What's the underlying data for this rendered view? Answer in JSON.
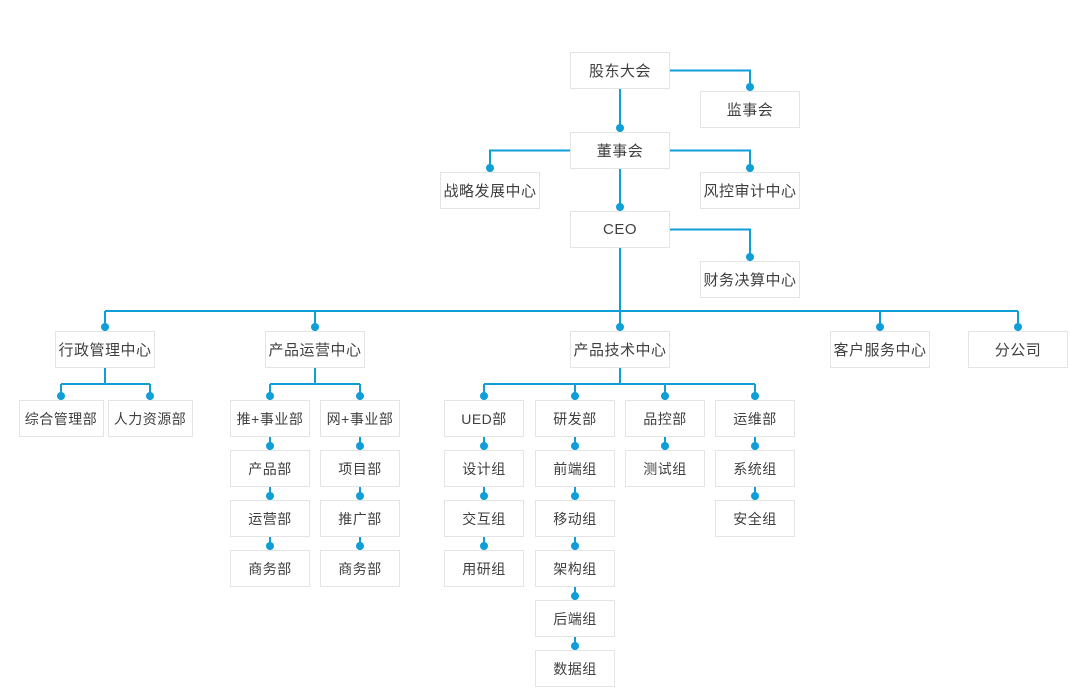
{
  "diagram": {
    "type": "org-chart",
    "accent_color": "#0f9ed8",
    "box_border_color": "#e4e4e4",
    "box_background": "#ffffff",
    "text_color": "#3f3f3f",
    "nodes": [
      {
        "id": "gudong",
        "label": "股东大会"
      },
      {
        "id": "jianshihui",
        "label": "监事会"
      },
      {
        "id": "dongshihui",
        "label": "董事会"
      },
      {
        "id": "zhanlve",
        "label": "战略发展中心"
      },
      {
        "id": "fengkong",
        "label": "风控审计中心"
      },
      {
        "id": "ceo",
        "label": "CEO"
      },
      {
        "id": "caiwu",
        "label": "财务决算中心"
      },
      {
        "id": "xingzheng",
        "label": "行政管理中心"
      },
      {
        "id": "yunying",
        "label": "产品运营中心"
      },
      {
        "id": "jishu",
        "label": "产品技术中心"
      },
      {
        "id": "kefu",
        "label": "客户服务中心"
      },
      {
        "id": "fengongsi",
        "label": "分公司"
      },
      {
        "id": "zonghe",
        "label": "综合管理部"
      },
      {
        "id": "renli",
        "label": "人力资源部"
      },
      {
        "id": "tui",
        "label": "推+事业部"
      },
      {
        "id": "wang",
        "label": "网+事业部"
      },
      {
        "id": "chanpin",
        "label": "产品部"
      },
      {
        "id": "xiangmu",
        "label": "项目部"
      },
      {
        "id": "yunyingbu",
        "label": "运营部"
      },
      {
        "id": "tuiguang",
        "label": "推广部"
      },
      {
        "id": "shangwu1",
        "label": "商务部"
      },
      {
        "id": "shangwu2",
        "label": "商务部"
      },
      {
        "id": "ued",
        "label": "UED部"
      },
      {
        "id": "yanfa",
        "label": "研发部"
      },
      {
        "id": "pinkong",
        "label": "品控部"
      },
      {
        "id": "yunwei",
        "label": "运维部"
      },
      {
        "id": "sheji",
        "label": "设计组"
      },
      {
        "id": "qianduan",
        "label": "前端组"
      },
      {
        "id": "ceshi",
        "label": "测试组"
      },
      {
        "id": "xitong",
        "label": "系统组"
      },
      {
        "id": "jiaohu",
        "label": "交互组"
      },
      {
        "id": "yidong",
        "label": "移动组"
      },
      {
        "id": "anquan",
        "label": "安全组"
      },
      {
        "id": "yongyan",
        "label": "用研组"
      },
      {
        "id": "jiagou",
        "label": "架构组"
      },
      {
        "id": "houduan",
        "label": "后端组"
      },
      {
        "id": "shuju",
        "label": "数据组"
      }
    ],
    "edges": [
      {
        "from": "gudong",
        "to": "jianshihui"
      },
      {
        "from": "gudong",
        "to": "dongshihui"
      },
      {
        "from": "dongshihui",
        "to": "zhanlve"
      },
      {
        "from": "dongshihui",
        "to": "fengkong"
      },
      {
        "from": "dongshihui",
        "to": "ceo"
      },
      {
        "from": "ceo",
        "to": "caiwu"
      },
      {
        "from": "ceo",
        "to": "xingzheng"
      },
      {
        "from": "ceo",
        "to": "yunying"
      },
      {
        "from": "ceo",
        "to": "jishu"
      },
      {
        "from": "ceo",
        "to": "kefu"
      },
      {
        "from": "ceo",
        "to": "fengongsi"
      },
      {
        "from": "xingzheng",
        "to": "zonghe"
      },
      {
        "from": "xingzheng",
        "to": "renli"
      },
      {
        "from": "yunying",
        "to": "tui"
      },
      {
        "from": "yunying",
        "to": "wang"
      },
      {
        "from": "tui",
        "to": "chanpin"
      },
      {
        "from": "chanpin",
        "to": "yunyingbu"
      },
      {
        "from": "yunyingbu",
        "to": "shangwu1"
      },
      {
        "from": "wang",
        "to": "xiangmu"
      },
      {
        "from": "xiangmu",
        "to": "tuiguang"
      },
      {
        "from": "tuiguang",
        "to": "shangwu2"
      },
      {
        "from": "jishu",
        "to": "ued"
      },
      {
        "from": "jishu",
        "to": "yanfa"
      },
      {
        "from": "jishu",
        "to": "pinkong"
      },
      {
        "from": "jishu",
        "to": "yunwei"
      },
      {
        "from": "ued",
        "to": "sheji"
      },
      {
        "from": "sheji",
        "to": "jiaohu"
      },
      {
        "from": "jiaohu",
        "to": "yongyan"
      },
      {
        "from": "yanfa",
        "to": "qianduan"
      },
      {
        "from": "qianduan",
        "to": "yidong"
      },
      {
        "from": "yidong",
        "to": "jiagou"
      },
      {
        "from": "jiagou",
        "to": "houduan"
      },
      {
        "from": "houduan",
        "to": "shuju"
      },
      {
        "from": "pinkong",
        "to": "ceshi"
      },
      {
        "from": "yunwei",
        "to": "xitong"
      },
      {
        "from": "xitong",
        "to": "anquan"
      }
    ]
  }
}
